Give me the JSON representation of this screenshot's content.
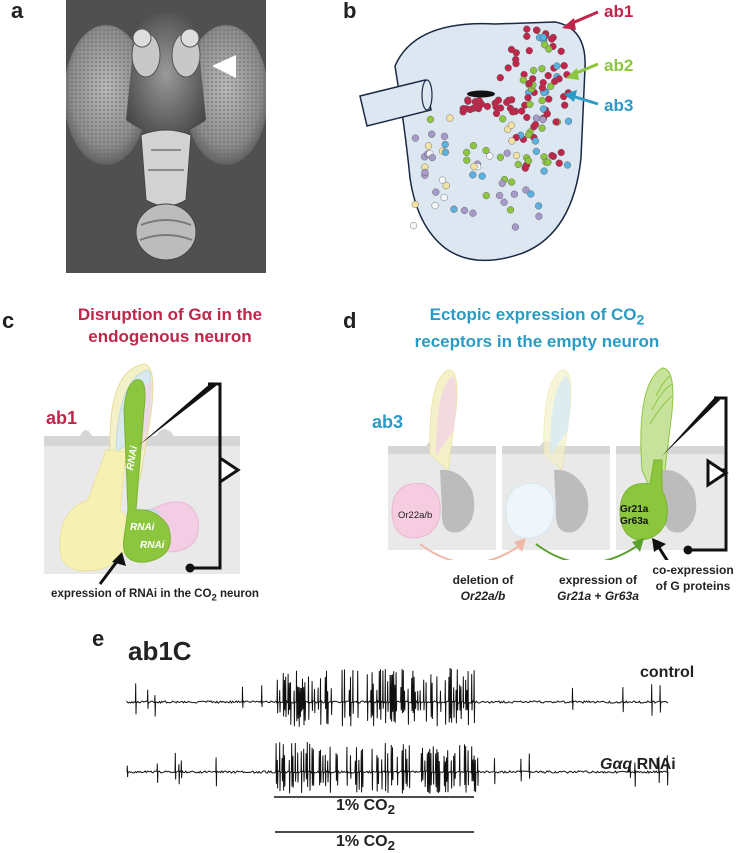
{
  "colors": {
    "ab1": "#c0264a",
    "ab2": "#8cc63f",
    "ab3": "#2a9bc4",
    "title_c": "#c0264a",
    "title_d": "#2a9bc4"
  },
  "panel_a": {
    "label": "a"
  },
  "panel_b": {
    "label": "b",
    "sensilla": [
      "ab1",
      "ab2",
      "ab3"
    ]
  },
  "panel_c": {
    "label": "c",
    "title_line1": "Disruption of Gα in the",
    "title_line2": "endogenous neuron",
    "sensillum": "ab1",
    "rnai_labels": [
      "RNAi",
      "RNAi",
      "RNAi"
    ],
    "caption_prefix": "expression of RNAi in the CO",
    "caption_sub": "2",
    "caption_suffix": " neuron"
  },
  "panel_d": {
    "label": "d",
    "title_line1_prefix": "Ectopic expression of CO",
    "title_line1_sub": "2",
    "title_line2": "receptors in the empty neuron",
    "sensillum": "ab3",
    "receptor_1": "Or22a/b",
    "receptor_2a": "Gr21a",
    "receptor_2b": "Gr63a",
    "step1_line1": "deletion of",
    "step1_line2": "Or22a/b",
    "step2_line1": "expression of",
    "step2_line2_a": "Gr21a",
    "step2_line2_plus": " + ",
    "step2_line2_b": "Gr63a",
    "coexp_line1": "co-expression",
    "coexp_line2": "of G proteins"
  },
  "panel_e": {
    "label": "e",
    "neuron": "ab1C",
    "trace1_label": "control",
    "trace2_label_italic": "Gαq",
    "trace2_label_rest": " RNAi",
    "stim_prefix": "1% CO",
    "stim_sub": "2"
  }
}
